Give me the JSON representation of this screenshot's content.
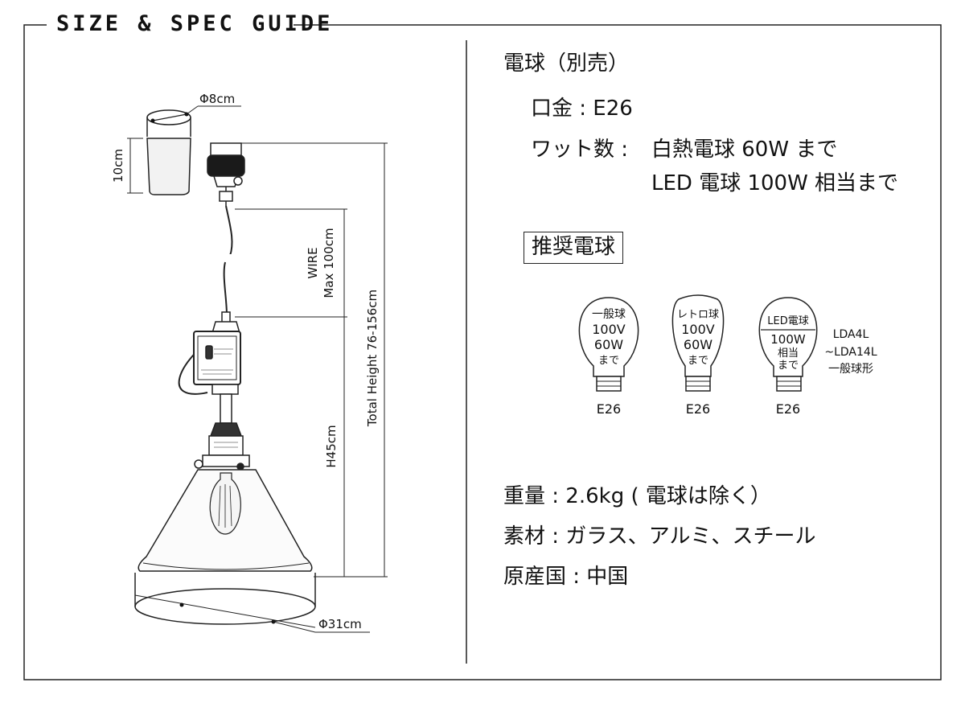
{
  "title": "SIZE & SPEC GUIDE",
  "drawing": {
    "shade_diameter": "Φ8cm",
    "shade_height": "10cm",
    "wire_label": "WIRE",
    "wire_length": "Max 100cm",
    "total_height": "Total Height 76-156cm",
    "lamp_height": "H45cm",
    "glass_diameter": "Φ31cm"
  },
  "spec": {
    "bulb_heading": "電球（別売）",
    "base": "口金 : E26",
    "watt_label": "ワット数 :",
    "watt_line1": "白熱電球 60W まで",
    "watt_line2": "LED 電球 100W 相当まで",
    "recommended": "推奨電球",
    "weight": "重量 : 2.6kg ( 電球は除く）",
    "material": "素材 : ガラス、アルミ、スチール",
    "origin": "原産国 : 中国"
  },
  "bulbs": [
    {
      "type": "一般球",
      "l1": "100V",
      "l2": "60W",
      "l3": "まで",
      "base": "E26"
    },
    {
      "type": "レトロ球",
      "l1": "100V",
      "l2": "60W",
      "l3": "まで",
      "base": "E26"
    },
    {
      "type": "LED電球",
      "l1": "100W",
      "l2": "相当",
      "l3": "まで",
      "base": "E26"
    }
  ],
  "led_note": [
    "LDA4L",
    "~LDA14L",
    "一般球形"
  ]
}
